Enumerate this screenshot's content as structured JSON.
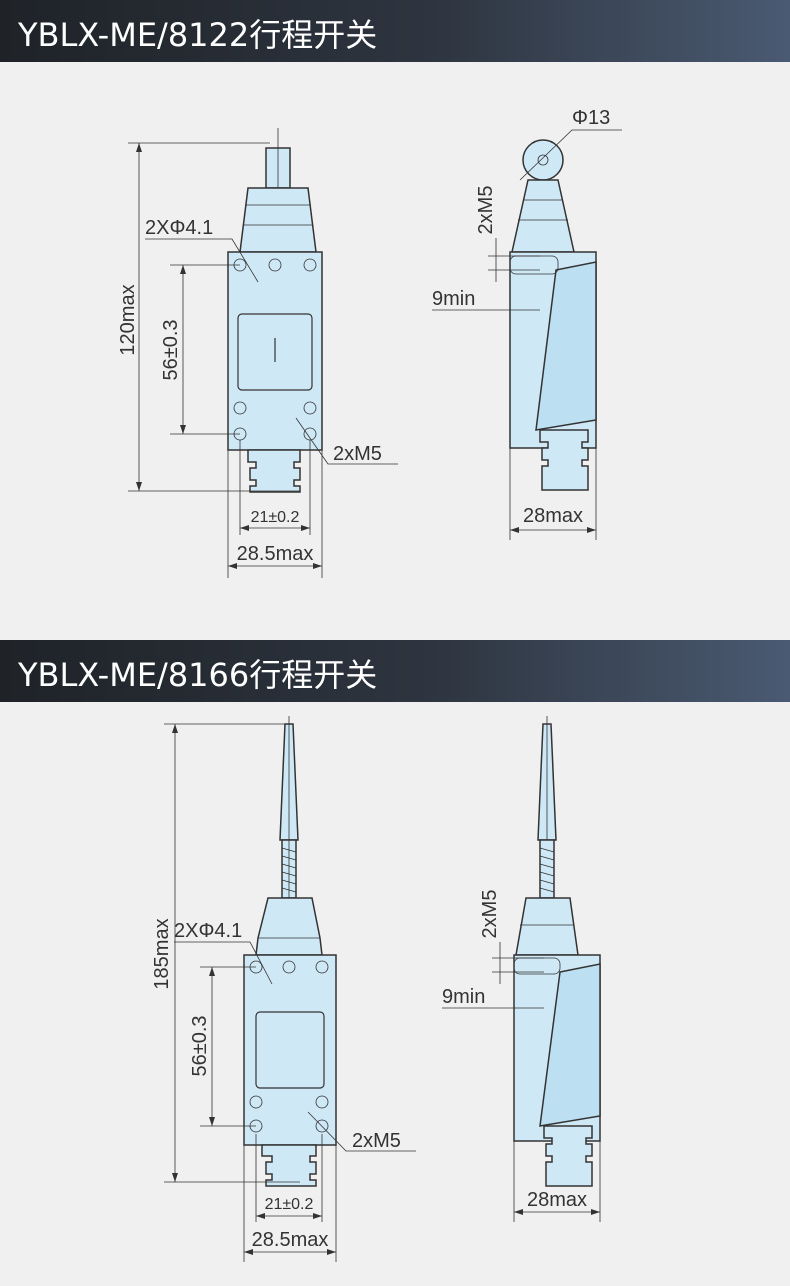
{
  "sections": [
    {
      "title": "YBLX-ME/8122行程开关",
      "front": {
        "hole_label": "2XΦ4.1",
        "height_label": "120max",
        "pitch_label": "56±0.3",
        "thread_label": "2xM5",
        "spacing_label": "21±0.2",
        "width_label": "28.5max"
      },
      "side": {
        "dia_label": "Φ13",
        "thread_label": "2xM5",
        "min_label": "9min",
        "width_label": "28max"
      }
    },
    {
      "title": "YBLX-ME/8166行程开关",
      "front": {
        "hole_label": "2XΦ4.1",
        "height_label": "185max",
        "pitch_label": "56±0.3",
        "thread_label": "2xM5",
        "spacing_label": "21±0.2",
        "width_label": "28.5max"
      },
      "side": {
        "thread_label": "2xM5",
        "min_label": "9min",
        "width_label": "28max"
      }
    }
  ],
  "colors": {
    "body_fill": "#cfe8f6",
    "line": "#333333",
    "band_dark": "#1f2328",
    "band_light": "#4a5a72",
    "background": "#f0f0f0"
  }
}
